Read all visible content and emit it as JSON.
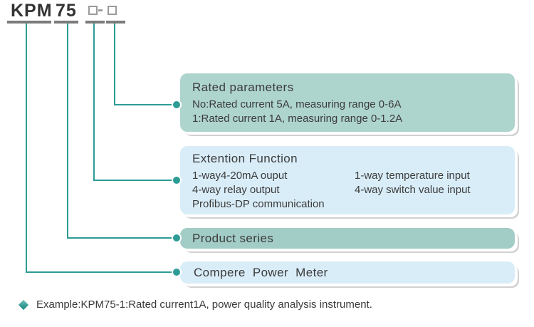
{
  "model_code": {
    "brand": "KPM",
    "series": "75",
    "dash": "-",
    "placeholders": [
      "rated-parameter-digit",
      "extension-function-digit"
    ]
  },
  "boxes": {
    "rated_parameters": {
      "title": "Rated parameters",
      "lines": [
        "No:Rated current 5A, measuring range 0-6A",
        "1:Rated current 1A, measuring range 0-1.2A"
      ]
    },
    "extension_function": {
      "title": "Extention Function",
      "left_column": [
        "1-way4-20mA ouput",
        "4-way relay output",
        "Profibus-DP communication"
      ],
      "right_column": [
        "1-way temperature input",
        "4-way switch value input"
      ]
    },
    "product_series": {
      "title": "Product series"
    },
    "compere_power_meter": {
      "title": "Compere Power Meter"
    }
  },
  "example": {
    "text": "Example:KPM75-1:Rated current1A, power quality analysis instrument."
  },
  "colors": {
    "connector_teal": "#2d9c95",
    "green_panel": "#aed4ce",
    "green_panel_dark": "#a2ccc6",
    "blue_panel": "#d9edf8",
    "underline_gray": "#7b7b7b",
    "square_outline_gray": "#9b9b9b",
    "text_dark": "#3a3a3a"
  }
}
